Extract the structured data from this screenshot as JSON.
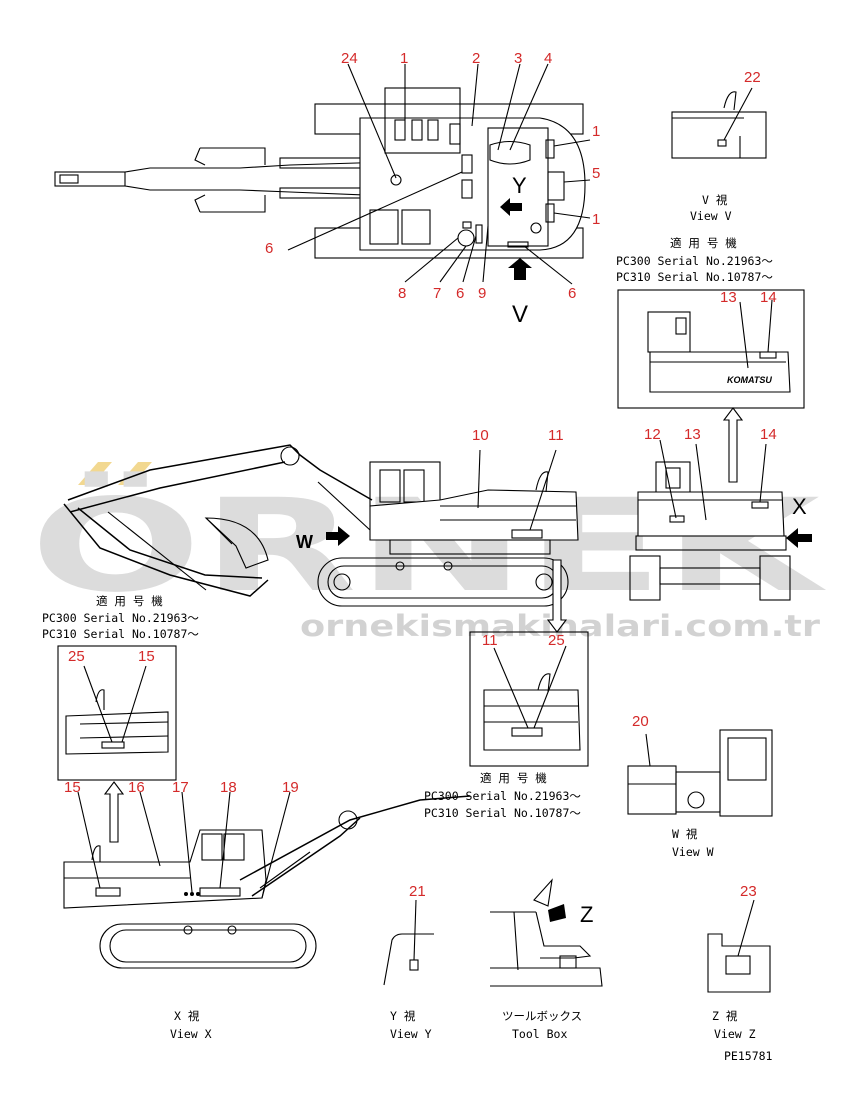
{
  "callouts": {
    "top": [
      "24",
      "1",
      "2",
      "3",
      "4",
      "1",
      "5",
      "1",
      "6",
      "8",
      "7",
      "6",
      "9",
      "6"
    ],
    "view_v": "22",
    "side_x_inset": [
      "13",
      "14"
    ],
    "front_view": [
      "12",
      "13",
      "14"
    ],
    "mid_side": [
      "10",
      "11"
    ],
    "inset_w": [
      "11",
      "25"
    ],
    "inset_left": [
      "25",
      "15"
    ],
    "bottom_side": [
      "15",
      "16",
      "17",
      "18",
      "19"
    ],
    "view_w": "20",
    "view_y": "21",
    "view_z": "23"
  },
  "arrows": {
    "y": "Y",
    "v": "V",
    "x": "X",
    "w": "W",
    "z": "Z"
  },
  "applicable_models": {
    "heading": "適 用 号 機",
    "pc300": "PC300 Serial No.21963～",
    "pc310": "PC310 Serial No.10787～"
  },
  "captions": {
    "view_v_jp": "V  視",
    "view_v_en": "View V",
    "view_w_jp": "W  視",
    "view_w_en": "View W",
    "view_x_jp": "X  視",
    "view_x_en": "View X",
    "view_y_jp": "Y  視",
    "view_y_en": "View Y",
    "tool_box_jp": "ツールボックス",
    "tool_box_en": "Tool Box",
    "view_z_jp": "Z  視",
    "view_z_en": "View Z"
  },
  "decal_text": "KOMATSU",
  "part_code": "PE15781",
  "watermark": {
    "logo": "ÖRNEK",
    "url": "ornekismakinalari.com.tr"
  },
  "colors": {
    "callout": "#d42a2a",
    "watermark": "#dcdcdc",
    "watermark_accent": "#f2d890"
  }
}
